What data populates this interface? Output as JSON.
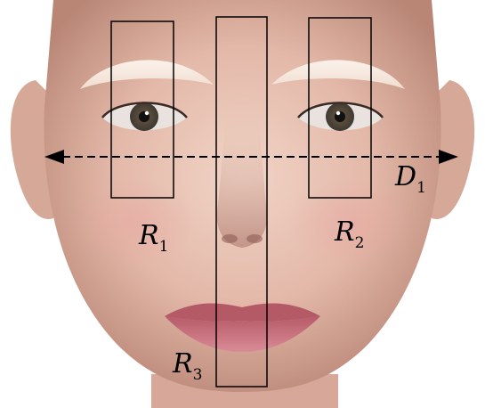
{
  "labels": {
    "r1": {
      "main": "R",
      "sub": "1"
    },
    "r2": {
      "main": "R",
      "sub": "2"
    },
    "r3": {
      "main": "R",
      "sub": "3"
    },
    "d1": {
      "main": "D",
      "sub": "1"
    }
  },
  "colors": {
    "line": "#000000",
    "skin": "#e6bfb0",
    "skin_shadow": "#b98a7c",
    "lip": "#c9727f",
    "background": "#ffffff"
  },
  "icons": {
    "face": "face-illustration",
    "arrow": "double-headed-dashed-arrow"
  }
}
